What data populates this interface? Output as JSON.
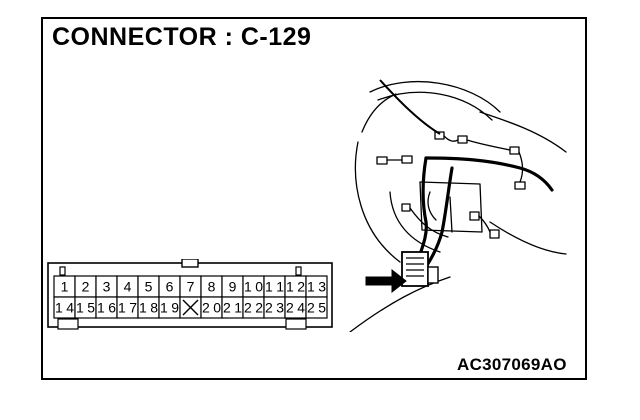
{
  "title": "CONNECTOR : C-129",
  "figure_code": "AC307069AO",
  "connector": {
    "row1": [
      "1",
      "2",
      "3",
      "4",
      "5",
      "6",
      "7",
      "8",
      "9",
      "10",
      "11",
      "12",
      "13"
    ],
    "row2": [
      "14",
      "15",
      "16",
      "17",
      "18",
      "19",
      "",
      "20",
      "21",
      "22",
      "23",
      "24",
      "25"
    ],
    "empty_cell_marker": "x-mark"
  },
  "arrow_icon": "right-arrow-icon",
  "colors": {
    "line": "#000000",
    "background": "#ffffff"
  }
}
